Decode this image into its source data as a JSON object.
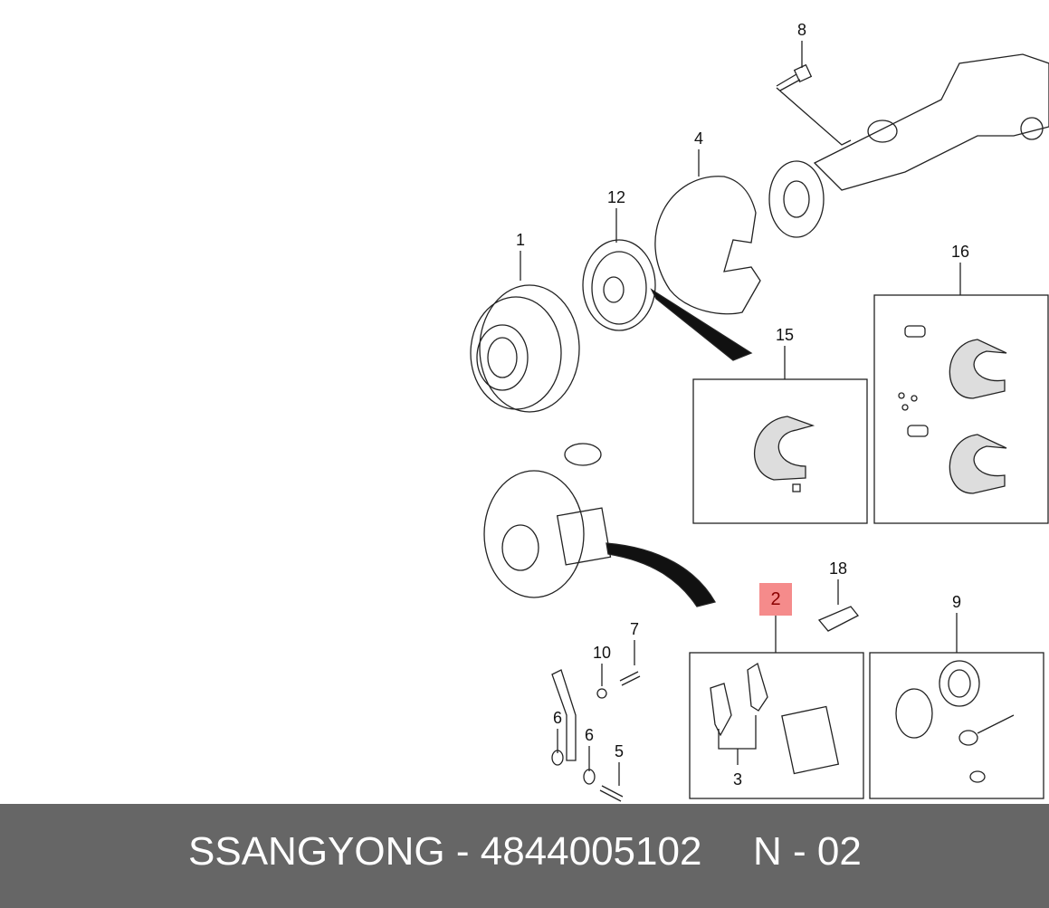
{
  "callouts": {
    "c8": "8",
    "c4": "4",
    "c12": "12",
    "c1": "1",
    "c16": "16",
    "c15": "15",
    "c18": "18",
    "c2": "2",
    "c9": "9",
    "c7": "7",
    "c10": "10",
    "c6a": "6",
    "c6b": "6",
    "c5": "5",
    "c3": "3"
  },
  "highlight_color": "#f58b8b",
  "banner": {
    "brand_part": "SSANGYONG - 4844005102",
    "page_code": "N - 02",
    "background": "#666666"
  }
}
